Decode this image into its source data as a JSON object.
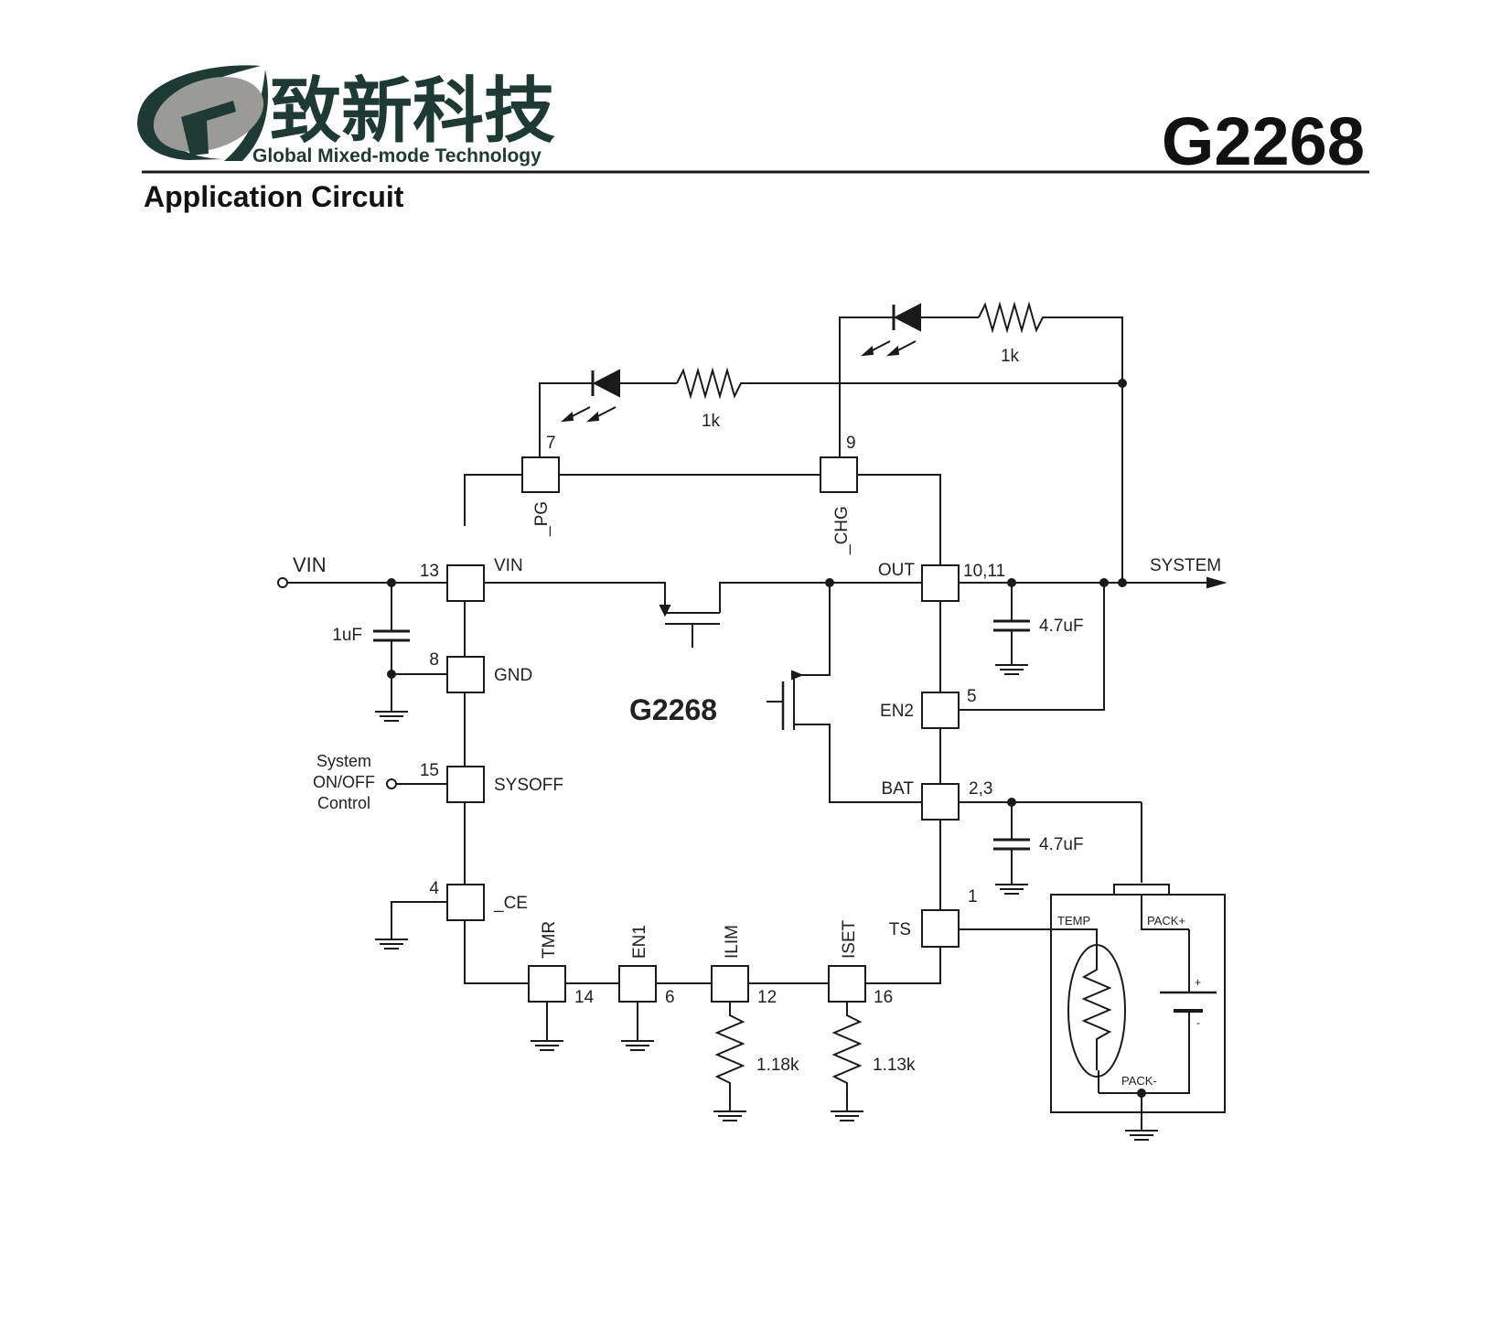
{
  "header": {
    "company_cn": "致新科技",
    "company_en": "Global Mixed-mode Technology",
    "part_number": "G2268",
    "section_title": "Application Circuit"
  },
  "colors": {
    "logo_dark": "#1f3a33",
    "logo_light": "#9a9a98",
    "line": "#1a1a1a"
  },
  "circuit": {
    "chip_name": "G2268",
    "input_label": "VIN",
    "output_label": "SYSTEM",
    "control_label": [
      "System",
      "ON/OFF",
      "Control"
    ],
    "pins": {
      "vin": {
        "number": "13",
        "name": "VIN"
      },
      "gnd": {
        "number": "8",
        "name": "GND"
      },
      "sysoff": {
        "number": "15",
        "name": "SYSOFF"
      },
      "ce": {
        "number": "4",
        "name": "_CE"
      },
      "pg": {
        "number": "7",
        "name": "_PG"
      },
      "chg": {
        "number": "9",
        "name": "_CHG"
      },
      "out": {
        "number": "10,11",
        "name": "OUT"
      },
      "en2": {
        "number": "5",
        "name": "EN2"
      },
      "bat": {
        "number": "2,3",
        "name": "BAT"
      },
      "ts": {
        "number": "1",
        "name": "TS"
      },
      "tmr": {
        "number": "14",
        "name": "TMR"
      },
      "en1": {
        "number": "6",
        "name": "EN1"
      },
      "ilim": {
        "number": "12",
        "name": "ILIM"
      },
      "iset": {
        "number": "16",
        "name": "ISET"
      }
    },
    "components": {
      "c_in": "1uF",
      "c_out": "4.7uF",
      "c_bat": "4.7uF",
      "r_pg": "1k",
      "r_chg": "1k",
      "r_ilim": "1.18k",
      "r_iset": "1.13k"
    },
    "battery_pack": {
      "temp": "TEMP",
      "pack_plus": "PACK+",
      "pack_minus": "PACK-",
      "plus_sign": "+",
      "minus_sign": "-"
    }
  }
}
